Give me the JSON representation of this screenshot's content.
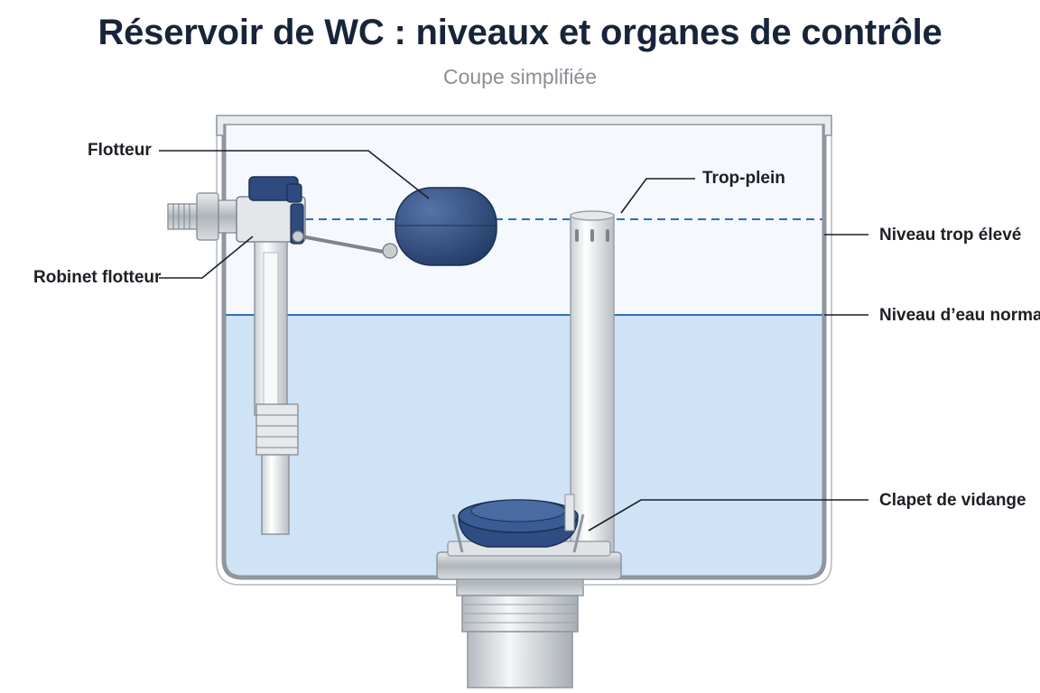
{
  "header": {
    "title": "Réservoir de WC : niveaux et organes de contrôle",
    "subtitle": "Coupe simplifiée"
  },
  "labels": {
    "float": "Flotteur",
    "float_valve": "Robinet flotteur",
    "overflow": "Trop-plein",
    "high_level": "Niveau trop élevé",
    "normal_level": "Niveau d’eau normal",
    "flush_valve": "Clapet de vidange"
  },
  "colors": {
    "water": "#cfe3f6",
    "water_line": "#2f6fb8",
    "high_line": "#2f6fb8",
    "component_blue": "#2e4a7e",
    "tank_outline": "#8f969e",
    "leader_line": "#1c1f24"
  }
}
